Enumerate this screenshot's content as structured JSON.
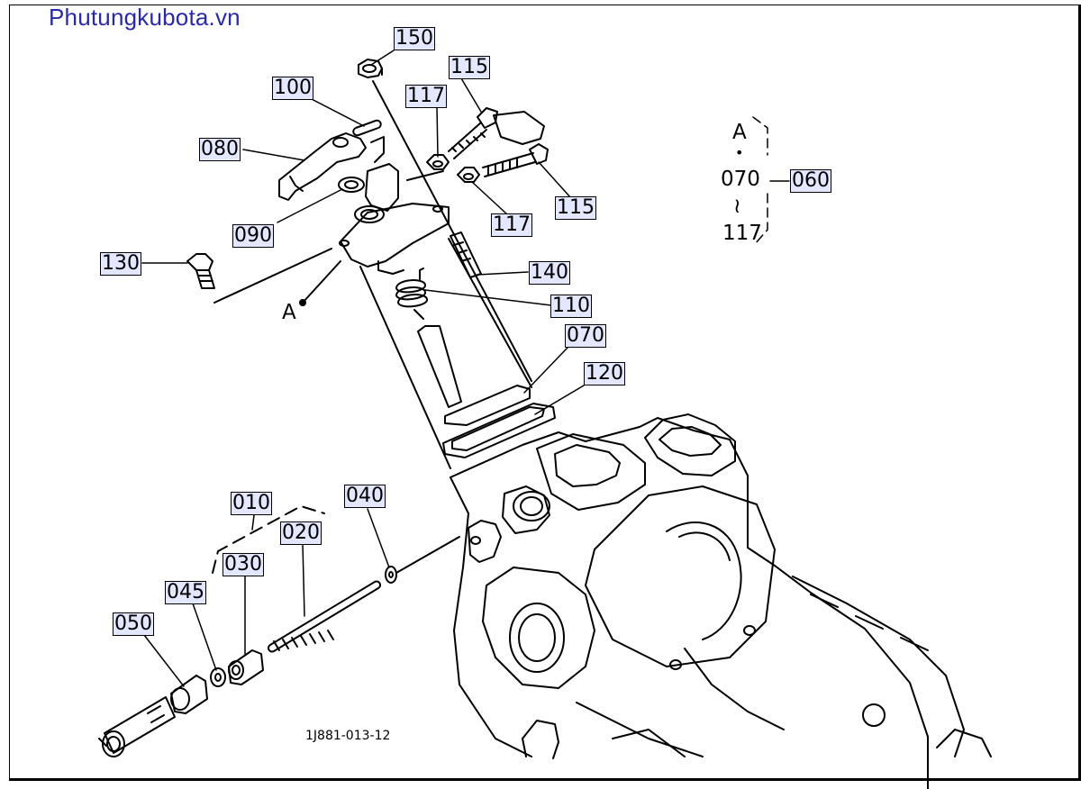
{
  "watermark": "Phutungkubota.vn",
  "drawing_code": "1J881-013-12",
  "reference_letter": "A",
  "callouts": [
    "150",
    "115",
    "100",
    "117",
    "080",
    "115",
    "117",
    "090",
    "130",
    "140",
    "110",
    "070",
    "120",
    "010",
    "040",
    "020",
    "030",
    "045",
    "050",
    "060"
  ],
  "group_legend": {
    "top": "A",
    "dot": "•",
    "from": "070",
    "tilde": "≀",
    "to": "117",
    "group_part": "060"
  },
  "colors": {
    "watermark": "#2a2aa6",
    "callout_fill": "#e3e7ff",
    "line": "#000000"
  }
}
